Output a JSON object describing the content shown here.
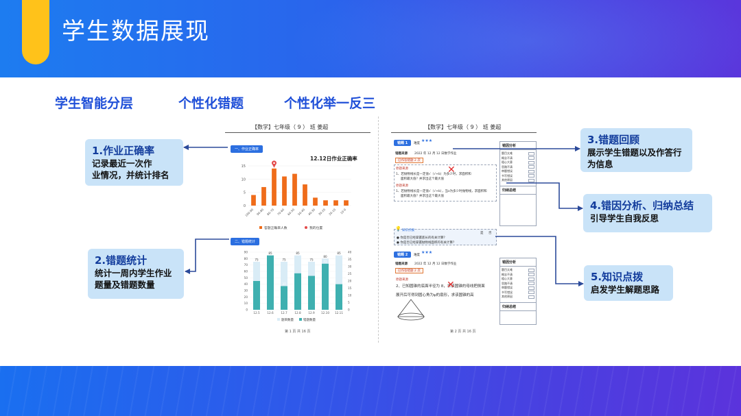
{
  "header": {
    "title": "学生数据展现"
  },
  "features": [
    "学生智能分层",
    "个性化错题",
    "个性化举一反三"
  ],
  "left_doc": {
    "heading": "【数学】七年级（ 9 ） 班  姜超",
    "section1_tag": "一、作业正确率",
    "section2_tag": "二、错题统计",
    "page_num": "第 1 页 共 16 页"
  },
  "right_doc": {
    "heading": "【数学】七年级（ 9 ） 班  姜超",
    "page_num": "第 2 页 共 16 页",
    "err1": {
      "tag": "错题 1",
      "difficulty": "难度",
      "source_label": "错题来源",
      "source": "2022 年 12 月 12 日数学作业",
      "wrong_count": "已作答错题 2 次",
      "sample_label": "原题来源",
      "q1": "1、若抛物线长是一定值√（√+b）为多少时，求面积和",
      "q1b": "面积最大值？并求出这个最大值",
      "q2": "1、若抛物线长是一定值√（√+b），当x为多少时抛物线，求面积和",
      "q2b": "面积最大值？并求出这个最大值"
    },
    "err_panel": {
      "title": "错因分析",
      "reasons": [
        "题目太难",
        "概念不清",
        "粗心大意",
        "思路不清",
        "审题错误",
        "书写错误",
        "其他原因"
      ],
      "summary": "归纳总结"
    },
    "knowledge": {
      "title": "知识点拨",
      "item1": "你是否已经掌握底长的有关计算？",
      "item2": "你是否已经掌握抛物线面积的有关计算？",
      "yes": "是",
      "no": "否"
    },
    "err2": {
      "tag": "错题 2",
      "difficulty": "难度",
      "source_label": "错题来源",
      "source": "2022 年 12 月 12 日数学作业",
      "wrong_count": "已作答错题 2 次",
      "sample_label": "原题来源",
      "q": "2、已知圆锥的底面半径为 8，求该圆锥的母线把侧面",
      "qb": "展开后可得到圆心角为ψ的扇形，求该圆锥的高"
    }
  },
  "callouts": [
    {
      "title": "1.作业正确率",
      "desc": [
        "记录最近一次作",
        "业情况，并统计排名"
      ]
    },
    {
      "title": "2.错题统计",
      "desc": [
        "统计一周内学生作业",
        "题量及错题数量"
      ]
    },
    {
      "title": "3.错题回顾",
      "desc": [
        "展示学生错题以及作答行",
        "为信息"
      ]
    },
    {
      "title": "4.错因分析、归纳总结",
      "desc": [
        "引导学生自我反思"
      ]
    },
    {
      "title": "5.知识点拨",
      "desc": [
        "启发学生解题思路"
      ]
    }
  ],
  "chart_data": [
    {
      "type": "bar",
      "title": "12.12日作业正确率",
      "categories": [
        "100-90",
        "90-80",
        "80-70",
        "70-60",
        "60-50",
        "50-40",
        "40-30",
        "30-20",
        "20-10",
        "10-0"
      ],
      "values": [
        4,
        7,
        14,
        11,
        12,
        8,
        3,
        2,
        2,
        2
      ],
      "ylim": [
        0,
        15
      ],
      "yticks": [
        0,
        5,
        10,
        15
      ],
      "legend": [
        "答题正确率人数",
        "我的位置"
      ],
      "my_position_index": 2,
      "color": "#ef6c1a"
    },
    {
      "type": "bar",
      "categories": [
        "12.5",
        "12.6",
        "12.7",
        "12.8",
        "12.9",
        "12.10",
        "12.11"
      ],
      "series": [
        {
          "name": "题目数量",
          "values": [
            75,
            85,
            75,
            85,
            75,
            80,
            85
          ]
        },
        {
          "name": "错题数量",
          "values": [
            45,
            85,
            37,
            57,
            53,
            72,
            40
          ]
        }
      ],
      "top_labels": [
        "75",
        "85",
        "75",
        "85",
        "75",
        "80",
        "85"
      ],
      "inner_labels": [
        "",
        "",
        "37",
        "",
        "",
        "72",
        ""
      ],
      "ylim": [
        0,
        90
      ],
      "yticks_left": [
        0,
        10,
        20,
        30,
        40,
        50,
        60,
        70,
        80,
        90
      ],
      "yticks_right": [
        0,
        5,
        10,
        15,
        20,
        25,
        30,
        35,
        40
      ],
      "legend": [
        "题目数量",
        "错题数量"
      ],
      "colors": {
        "total": "#d9ecf6",
        "wrong": "#3fb0b0"
      }
    }
  ]
}
